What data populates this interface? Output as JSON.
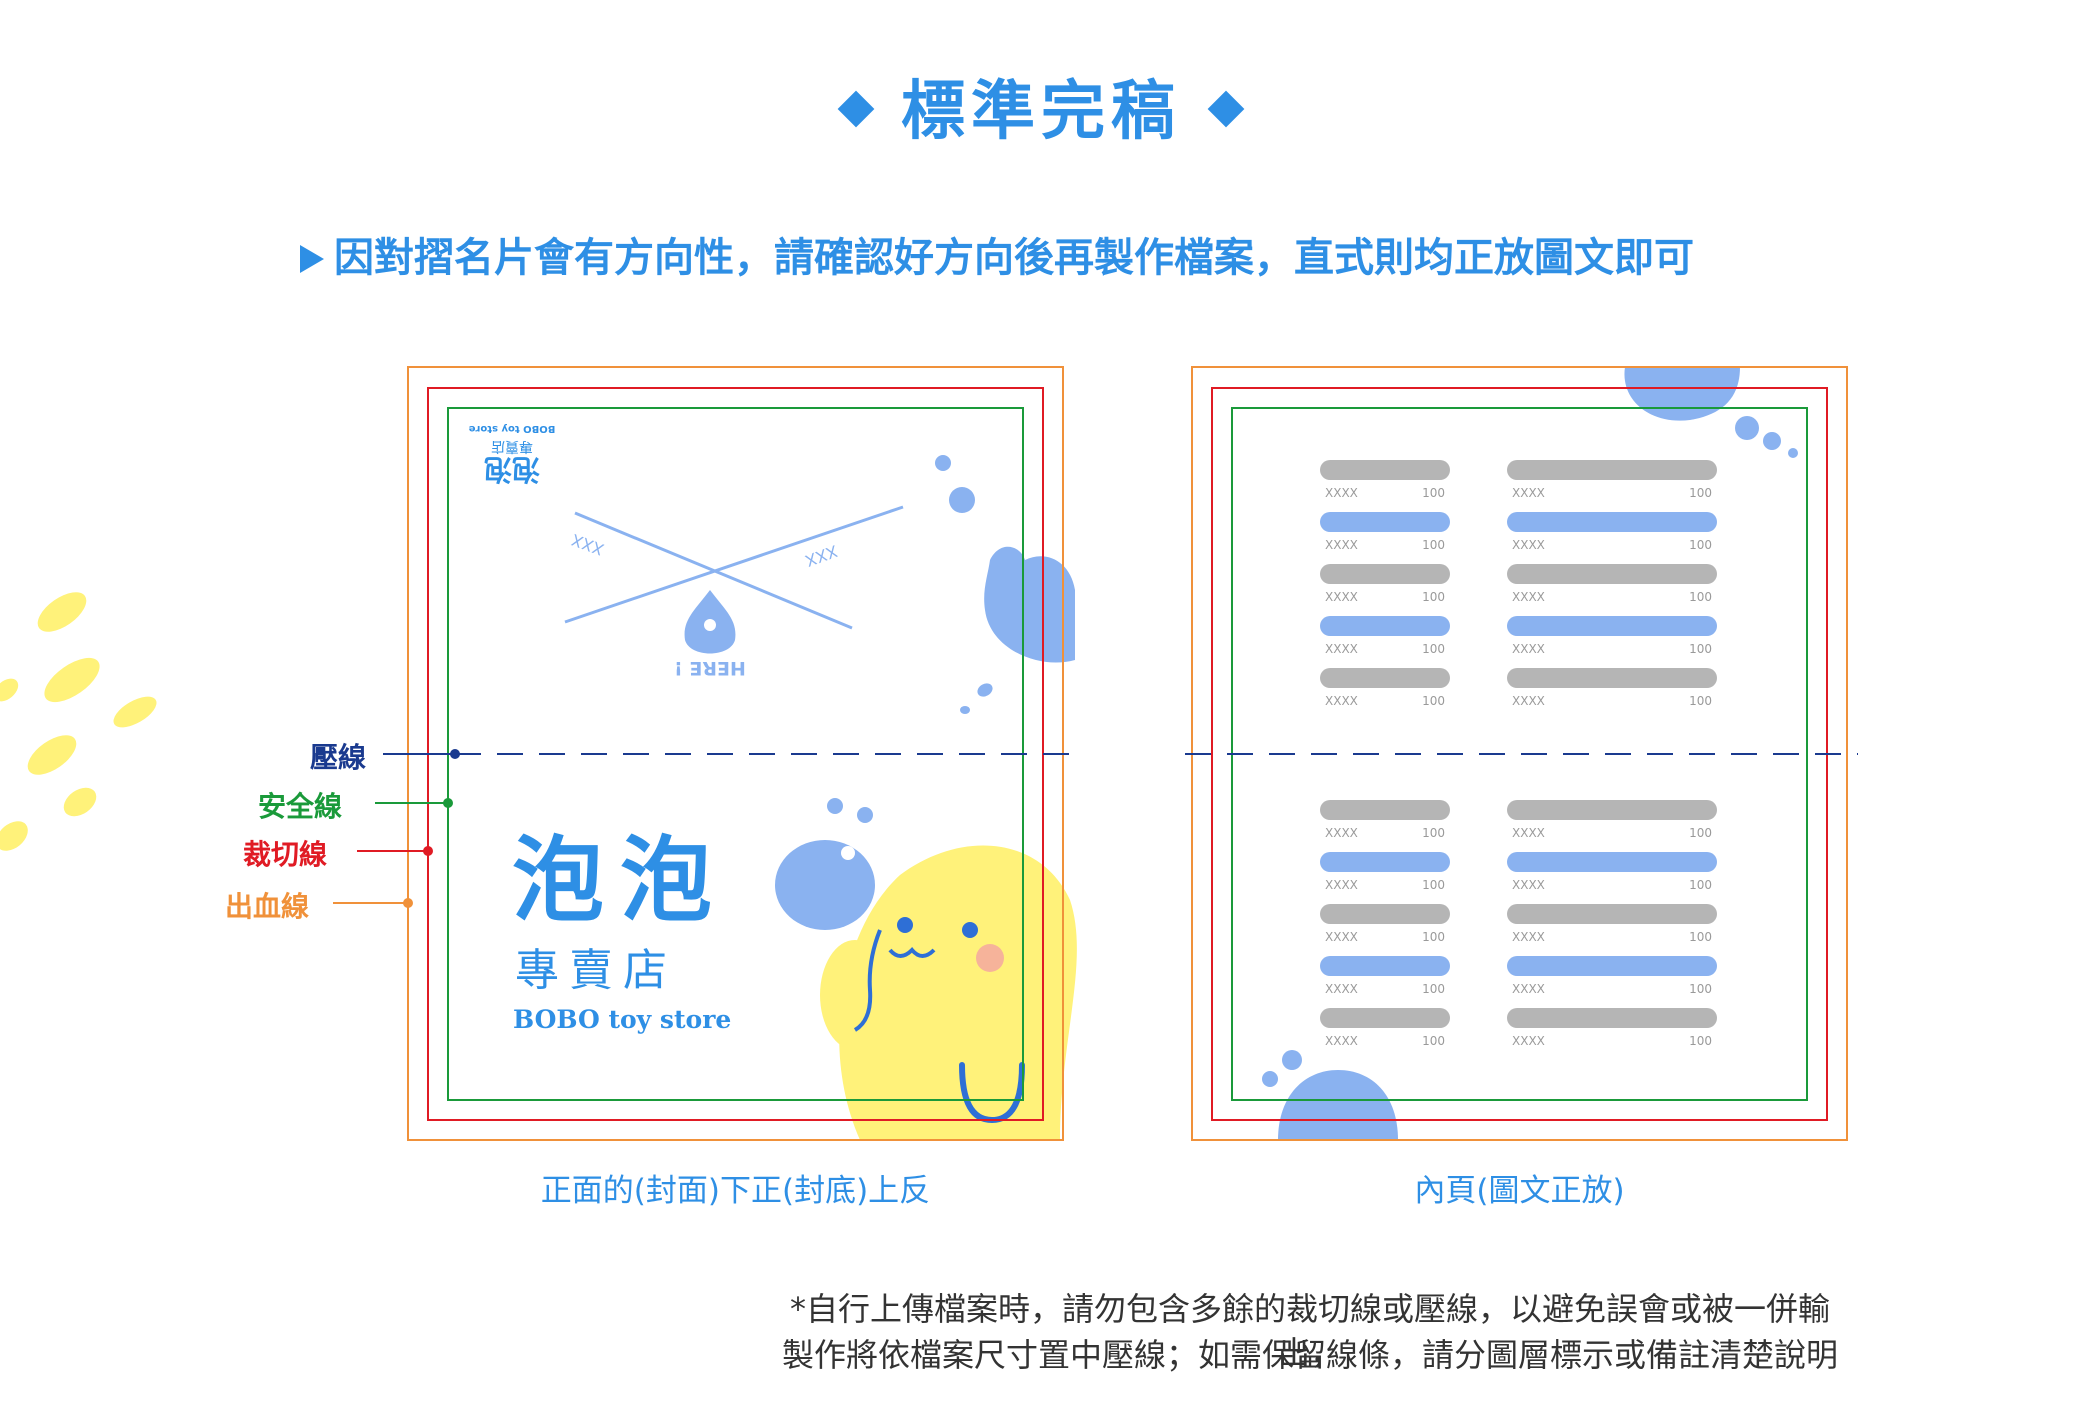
{
  "title": "標準完稿",
  "subtitle": "因對摺名片會有方向性，請確認好方向後再製作檔案，直式則均正放圖文即可",
  "legend": {
    "fold": "壓線",
    "safe": "安全線",
    "trim": "裁切線",
    "bleed": "出血線"
  },
  "colors": {
    "accent": "#2e8fe5",
    "fold": "#1a3a8f",
    "safe": "#1a9a3a",
    "trim": "#e01b24",
    "bleed": "#f0913a",
    "bubble": "#8ab2f0",
    "yellow": "#fff27a",
    "bar_gray": "#b5b5b5"
  },
  "front": {
    "label": "正面的(封面)下正(封底)上反",
    "logo_big": "泡泡",
    "logo_sub": "專賣店",
    "logo_en": "BOBO toy store",
    "map_marker": "HERE !",
    "road_label_left": "XXX",
    "road_label_right": "XXX"
  },
  "inner": {
    "label": "內頁(圖文正放)",
    "item_text": "XXXX",
    "item_price": "100"
  },
  "note": {
    "line1": "*自行上傳檔案時，請勿包含多餘的裁切線或壓線，以避免誤會或被一併輸出，",
    "line2": "製作將依檔案尺寸置中壓線；如需保留線條，請分圖層標示或備註清楚說明"
  }
}
